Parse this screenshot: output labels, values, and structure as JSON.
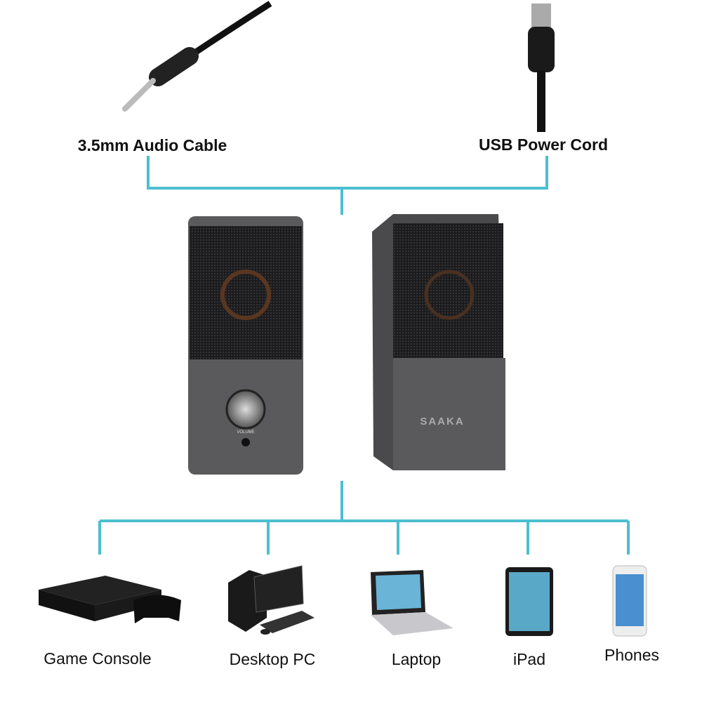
{
  "inputs": [
    {
      "label": "3.5mm Audio Cable",
      "icon": "audio-jack-icon"
    },
    {
      "label": "USB Power Cord",
      "icon": "usb-plug-icon"
    }
  ],
  "speaker": {
    "brand": "SAAKA",
    "knob_label": "VOLUME"
  },
  "devices": [
    {
      "label": "Game Console",
      "icon": "game-console-icon"
    },
    {
      "label": "Desktop PC",
      "icon": "desktop-pc-icon"
    },
    {
      "label": "Laptop",
      "icon": "laptop-icon"
    },
    {
      "label": "iPad",
      "icon": "tablet-icon"
    },
    {
      "label": "Phones",
      "icon": "phone-icon"
    }
  ],
  "colors": {
    "connector_line": "#4cbfcf",
    "speaker_body": "#5a5a5c"
  }
}
